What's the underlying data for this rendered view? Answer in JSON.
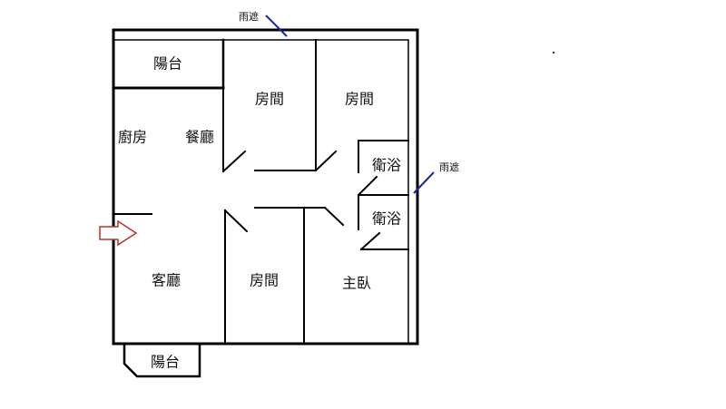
{
  "floor_plan": {
    "rooms": {
      "balcony_top": "陽台",
      "bedroom_1": "房間",
      "bedroom_2": "房間",
      "kitchen": "廚房",
      "dining": "餐廳",
      "bathroom_1": "衛浴",
      "bathroom_2": "衛浴",
      "living": "客廳",
      "bedroom_3": "房間",
      "master_bedroom": "主臥",
      "balcony_bottom": "陽台"
    },
    "annotations": {
      "awning_top": "雨遮",
      "awning_right": "雨遮"
    },
    "colors": {
      "wall": "#000000",
      "annotation_line": "#1a2a9a",
      "entrance_arrow": "#c0302a"
    },
    "entrance_icon": "right-arrow-icon"
  }
}
